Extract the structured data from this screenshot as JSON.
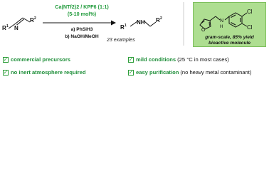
{
  "scheme": {
    "reactant": {
      "n_label": "N",
      "r1_label": "R",
      "r1_sup": "1",
      "r2_label": "R",
      "r2_sup": "2"
    },
    "catalyst_line": "Ca(NTf2)2 / KPF6 (1:1)",
    "loading": "(5-10 mol%)",
    "step_a": "a) PhSiH3",
    "step_b": "b) NaOH/MeOH",
    "product": {
      "r1_label": "R",
      "r1_sup": "1",
      "nh_label": "NH",
      "r2_label": "R",
      "r2_sup": "2"
    },
    "examples": "23 examples",
    "highlight_line1": "gram-scale, 85% yield",
    "highlight_line2": "bioactive molecule",
    "molecule_labels": {
      "o": "O",
      "n": "N",
      "h": "H",
      "cl1": "Cl",
      "cl2": "Cl"
    }
  },
  "features": [
    {
      "text": "commercial precursors",
      "note": ""
    },
    {
      "text": "no inert atmosphere required",
      "note": ""
    },
    {
      "text": "mild conditions",
      "note": "(25 °C in most cases)"
    },
    {
      "text": "easy purification",
      "note": "(no heavy metal contaminant)"
    }
  ],
  "colors": {
    "accent": "#1f9a3a",
    "box_fill": "#aede91",
    "arrow": "#111111"
  }
}
